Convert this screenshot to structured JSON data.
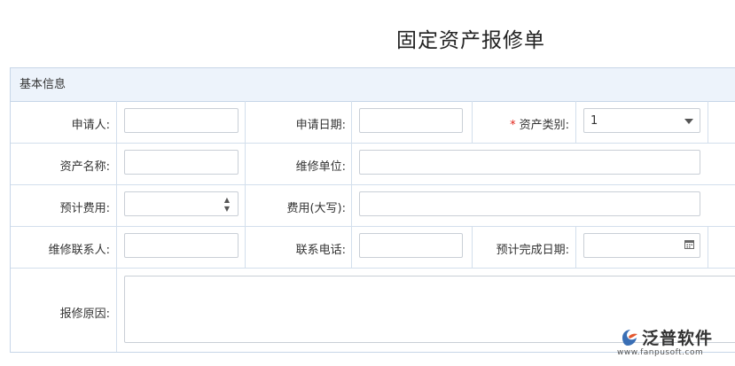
{
  "page": {
    "title": "固定资产报修单"
  },
  "section": {
    "title": "基本信息"
  },
  "fields": {
    "applicant": {
      "label": "申请人:",
      "value": ""
    },
    "apply_date": {
      "label": "申请日期:",
      "value": ""
    },
    "asset_category": {
      "label": "资产类别:",
      "required_mark": "*",
      "value": "1"
    },
    "asset_name": {
      "label": "资产名称:",
      "value": ""
    },
    "repair_unit": {
      "label": "维修单位:",
      "value": ""
    },
    "estimated_cost": {
      "label": "预计费用:",
      "value": ""
    },
    "cost_uppercase": {
      "label": "费用(大写):",
      "value": ""
    },
    "repair_contact": {
      "label": "维修联系人:",
      "value": ""
    },
    "contact_phone": {
      "label": "联系电话:",
      "value": ""
    },
    "estimated_completion_date": {
      "label": "预计完成日期:",
      "value": ""
    },
    "repair_reason": {
      "label": "报修原因:",
      "value": ""
    }
  },
  "icons": {
    "dropdown": "chevron-down-icon",
    "spinner_up": "▲",
    "spinner_down": "▼",
    "calendar": "calendar-icon"
  },
  "watermark": {
    "brand": "泛普软件",
    "url": "www.fanpusoft.com"
  },
  "colors": {
    "border": "#c7d6e8",
    "header_bg": "#edf3fb",
    "required": "#e2241b"
  }
}
